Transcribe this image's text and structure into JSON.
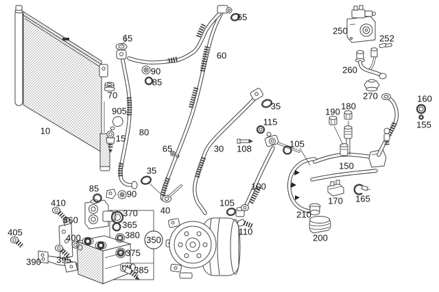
{
  "diagram": {
    "description": "A/C refrigerant system exploded parts diagram",
    "colors": {
      "line": "#424242",
      "text": "#111111",
      "background": "#ffffff"
    }
  },
  "parts": {
    "p10": "10",
    "p15": "15",
    "p30": "30",
    "p35": "35",
    "p40": "40",
    "p60": "60",
    "p65": "65",
    "p70": "70",
    "p80": "80",
    "p85": "85",
    "p90": "90",
    "p100": "100",
    "p105": "105",
    "p108": "108",
    "p110": "110",
    "p115": "115",
    "p150": "150",
    "p155": "155",
    "p160": "160",
    "p165": "165",
    "p170": "170",
    "p180": "180",
    "p190": "190",
    "p200": "200",
    "p210": "210",
    "p250": "250",
    "p252": "252",
    "p260": "260",
    "p270": "270",
    "p350": "350",
    "p360": "360",
    "p365": "365",
    "p370": "370",
    "p375": "375",
    "p380": "380",
    "p385": "385",
    "p390": "390",
    "p395": "395",
    "p400": "400",
    "p405": "405",
    "p410": "410",
    "p905": "905"
  }
}
